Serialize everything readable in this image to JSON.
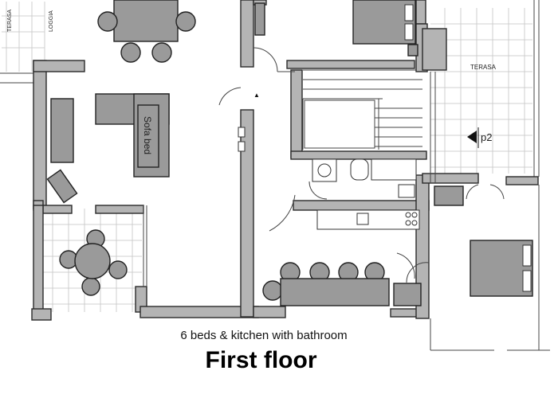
{
  "rooms": {
    "terrace_left": "TERASA",
    "loggia": "LOGGIA",
    "terrace_right": "TERASA"
  },
  "sofa_label": "Sofa bed",
  "section_marker": "p2",
  "caption": "6 beds & kitchen with bathroom",
  "title": "First floor"
}
